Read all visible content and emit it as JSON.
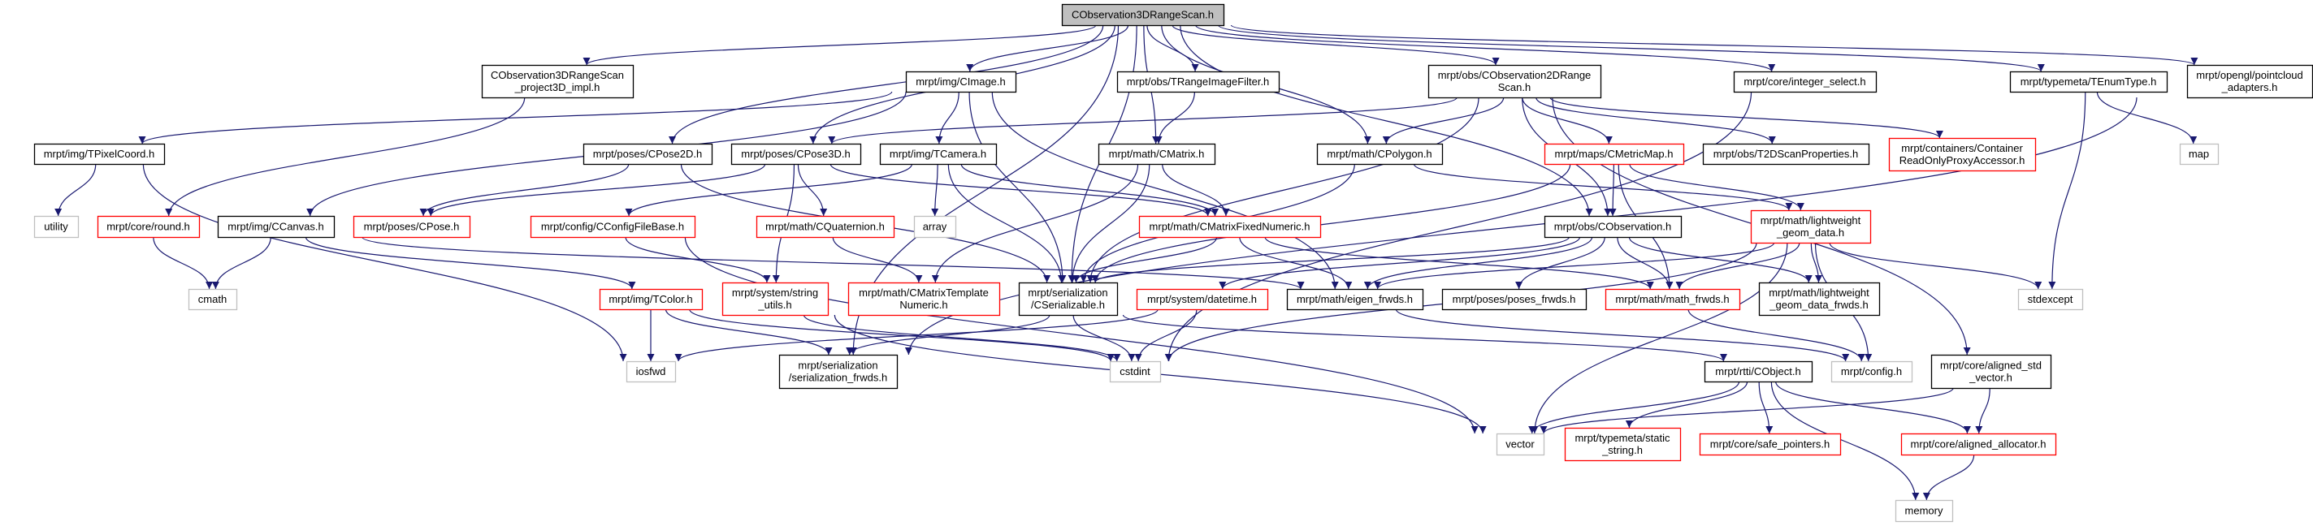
{
  "graph": {
    "colors": {
      "edge": "#191970",
      "normal_border": "#000000",
      "red_border": "#ff0000",
      "gray_border": "#bfbfbf",
      "main_fill": "#bfbfbf"
    },
    "nodes": [
      {
        "id": "main",
        "lines": [
          "CObservation3DRangeScan.h"
        ],
        "kind": "main"
      },
      {
        "id": "proj3d",
        "lines": [
          "CObservation3DRangeScan",
          "_project3D_impl.h"
        ],
        "kind": "normal"
      },
      {
        "id": "cimage",
        "lines": [
          "mrpt/img/CImage.h"
        ],
        "kind": "normal"
      },
      {
        "id": "trange",
        "lines": [
          "mrpt/obs/TRangeImageFilter.h"
        ],
        "kind": "normal"
      },
      {
        "id": "co2d",
        "lines": [
          "mrpt/obs/CObservation2DRange",
          "Scan.h"
        ],
        "kind": "normal"
      },
      {
        "id": "intsel",
        "lines": [
          "mrpt/core/integer_select.h"
        ],
        "kind": "normal"
      },
      {
        "id": "tenum",
        "lines": [
          "mrpt/typemeta/TEnumType.h"
        ],
        "kind": "normal"
      },
      {
        "id": "pcl",
        "lines": [
          "mrpt/opengl/pointcloud",
          "_adapters.h"
        ],
        "kind": "normal"
      },
      {
        "id": "tpixel",
        "lines": [
          "mrpt/img/TPixelCoord.h"
        ],
        "kind": "normal"
      },
      {
        "id": "cpose2d",
        "lines": [
          "mrpt/poses/CPose2D.h"
        ],
        "kind": "normal"
      },
      {
        "id": "cpose3d",
        "lines": [
          "mrpt/poses/CPose3D.h"
        ],
        "kind": "normal"
      },
      {
        "id": "tcamera",
        "lines": [
          "mrpt/img/TCamera.h"
        ],
        "kind": "normal"
      },
      {
        "id": "cmatrix",
        "lines": [
          "mrpt/math/CMatrix.h"
        ],
        "kind": "normal"
      },
      {
        "id": "cpolygon",
        "lines": [
          "mrpt/math/CPolygon.h"
        ],
        "kind": "normal"
      },
      {
        "id": "cmetricmap",
        "lines": [
          "mrpt/maps/CMetricMap.h"
        ],
        "kind": "red"
      },
      {
        "id": "t2dscan",
        "lines": [
          "mrpt/obs/T2DScanProperties.h"
        ],
        "kind": "normal"
      },
      {
        "id": "cropa",
        "lines": [
          "mrpt/containers/Container",
          "ReadOnlyProxyAccessor.h"
        ],
        "kind": "red"
      },
      {
        "id": "map",
        "lines": [
          "map"
        ],
        "kind": "gray"
      },
      {
        "id": "utility",
        "lines": [
          "utility"
        ],
        "kind": "gray"
      },
      {
        "id": "round",
        "lines": [
          "mrpt/core/round.h"
        ],
        "kind": "red"
      },
      {
        "id": "ccanvas",
        "lines": [
          "mrpt/img/CCanvas.h"
        ],
        "kind": "normal"
      },
      {
        "id": "cpose",
        "lines": [
          "mrpt/poses/CPose.h"
        ],
        "kind": "red"
      },
      {
        "id": "cconfig",
        "lines": [
          "mrpt/config/CConfigFileBase.h"
        ],
        "kind": "red"
      },
      {
        "id": "cquat",
        "lines": [
          "mrpt/math/CQuaternion.h"
        ],
        "kind": "red"
      },
      {
        "id": "array",
        "lines": [
          "array"
        ],
        "kind": "gray"
      },
      {
        "id": "cmfixed",
        "lines": [
          "mrpt/math/CMatrixFixedNumeric.h"
        ],
        "kind": "red"
      },
      {
        "id": "cobs",
        "lines": [
          "mrpt/obs/CObservation.h"
        ],
        "kind": "normal"
      },
      {
        "id": "lwgeom",
        "lines": [
          "mrpt/math/lightweight",
          "_geom_data.h"
        ],
        "kind": "red"
      },
      {
        "id": "cmath",
        "lines": [
          "cmath"
        ],
        "kind": "gray"
      },
      {
        "id": "tcolor",
        "lines": [
          "mrpt/img/TColor.h"
        ],
        "kind": "red"
      },
      {
        "id": "strutil",
        "lines": [
          "mrpt/system/string",
          "_utils.h"
        ],
        "kind": "red"
      },
      {
        "id": "cmtn",
        "lines": [
          "mrpt/math/CMatrixTemplate",
          "Numeric.h"
        ],
        "kind": "red"
      },
      {
        "id": "cser",
        "lines": [
          "mrpt/serialization",
          "/CSerializable.h"
        ],
        "kind": "normal"
      },
      {
        "id": "datetime",
        "lines": [
          "mrpt/system/datetime.h"
        ],
        "kind": "red"
      },
      {
        "id": "eigen",
        "lines": [
          "mrpt/math/eigen_frwds.h"
        ],
        "kind": "normal"
      },
      {
        "id": "posesfw",
        "lines": [
          "mrpt/poses/poses_frwds.h"
        ],
        "kind": "normal"
      },
      {
        "id": "mathfw",
        "lines": [
          "mrpt/math/math_frwds.h"
        ],
        "kind": "red"
      },
      {
        "id": "lwfrwds",
        "lines": [
          "mrpt/math/lightweight",
          "_geom_data_frwds.h"
        ],
        "kind": "normal"
      },
      {
        "id": "stdexcept",
        "lines": [
          "stdexcept"
        ],
        "kind": "gray"
      },
      {
        "id": "iosfwd",
        "lines": [
          "iosfwd"
        ],
        "kind": "gray"
      },
      {
        "id": "serfrwds",
        "lines": [
          "mrpt/serialization",
          "/serialization_frwds.h"
        ],
        "kind": "normal"
      },
      {
        "id": "cstdint",
        "lines": [
          "cstdint"
        ],
        "kind": "gray"
      },
      {
        "id": "cobject",
        "lines": [
          "mrpt/rtti/CObject.h"
        ],
        "kind": "normal"
      },
      {
        "id": "config",
        "lines": [
          "mrpt/config.h"
        ],
        "kind": "gray"
      },
      {
        "id": "alstdvec",
        "lines": [
          "mrpt/core/aligned_std",
          "_vector.h"
        ],
        "kind": "normal"
      },
      {
        "id": "vector",
        "lines": [
          "vector"
        ],
        "kind": "gray"
      },
      {
        "id": "static",
        "lines": [
          "mrpt/typemeta/static",
          "_string.h"
        ],
        "kind": "red"
      },
      {
        "id": "safeptr",
        "lines": [
          "mrpt/core/safe_pointers.h"
        ],
        "kind": "red"
      },
      {
        "id": "alalloc",
        "lines": [
          "mrpt/core/aligned_allocator.h"
        ],
        "kind": "red"
      },
      {
        "id": "memory",
        "lines": [
          "memory"
        ],
        "kind": "gray"
      }
    ],
    "edges": [
      [
        "main",
        "proj3d"
      ],
      [
        "main",
        "cimage"
      ],
      [
        "main",
        "trange"
      ],
      [
        "main",
        "co2d"
      ],
      [
        "main",
        "intsel"
      ],
      [
        "main",
        "tenum"
      ],
      [
        "main",
        "pcl"
      ],
      [
        "main",
        "cpose2d"
      ],
      [
        "main",
        "cpose3d"
      ],
      [
        "main",
        "cmatrix"
      ],
      [
        "main",
        "cpolygon"
      ],
      [
        "main",
        "cser"
      ],
      [
        "main",
        "cobs"
      ],
      [
        "main",
        "serfrwds"
      ],
      [
        "proj3d",
        "round"
      ],
      [
        "cimage",
        "tpixel"
      ],
      [
        "cimage",
        "ccanvas"
      ],
      [
        "cimage",
        "tcamera"
      ],
      [
        "cimage",
        "cser"
      ],
      [
        "cimage",
        "eigen"
      ],
      [
        "trange",
        "cmatrix"
      ],
      [
        "co2d",
        "cpose3d"
      ],
      [
        "co2d",
        "cpolygon"
      ],
      [
        "co2d",
        "cobs"
      ],
      [
        "co2d",
        "cmetricmap"
      ],
      [
        "co2d",
        "t2dscan"
      ],
      [
        "co2d",
        "cropa"
      ],
      [
        "co2d",
        "cser"
      ],
      [
        "co2d",
        "alstdvec"
      ],
      [
        "intsel",
        "cstdint"
      ],
      [
        "tenum",
        "map"
      ],
      [
        "tenum",
        "stdexcept"
      ],
      [
        "pcl",
        "serfrwds"
      ],
      [
        "tpixel",
        "utility"
      ],
      [
        "tpixel",
        "iosfwd"
      ],
      [
        "cpose2d",
        "cpose"
      ],
      [
        "cpose2d",
        "cser"
      ],
      [
        "cpose3d",
        "cpose"
      ],
      [
        "cpose3d",
        "cquat"
      ],
      [
        "cpose3d",
        "cmfixed"
      ],
      [
        "cpose3d",
        "strutil"
      ],
      [
        "tcamera",
        "array"
      ],
      [
        "tcamera",
        "cconfig"
      ],
      [
        "tcamera",
        "cser"
      ],
      [
        "tcamera",
        "cmfixed"
      ],
      [
        "cmatrix",
        "cmfixed"
      ],
      [
        "cmatrix",
        "cmtn"
      ],
      [
        "cmatrix",
        "cser"
      ],
      [
        "cpolygon",
        "cser"
      ],
      [
        "cpolygon",
        "lwgeom"
      ],
      [
        "cmetricmap",
        "cobs"
      ],
      [
        "cmetricmap",
        "cser"
      ],
      [
        "cmetricmap",
        "lwgeom"
      ],
      [
        "cmetricmap",
        "mathfw"
      ],
      [
        "round",
        "cmath"
      ],
      [
        "ccanvas",
        "cmath"
      ],
      [
        "ccanvas",
        "tcolor"
      ],
      [
        "ccanvas",
        "eigen"
      ],
      [
        "cconfig",
        "strutil"
      ],
      [
        "cconfig",
        "vector"
      ],
      [
        "cquat",
        "cmtn"
      ],
      [
        "cmfixed",
        "cser"
      ],
      [
        "cmfixed",
        "eigen"
      ],
      [
        "cmfixed",
        "mathfw"
      ],
      [
        "cobs",
        "cser"
      ],
      [
        "cobs",
        "datetime"
      ],
      [
        "cobs",
        "eigen"
      ],
      [
        "cobs",
        "posesfw"
      ],
      [
        "cobs",
        "mathfw"
      ],
      [
        "cobs",
        "lwfrwds"
      ],
      [
        "lwgeom",
        "eigen"
      ],
      [
        "lwgeom",
        "mathfw"
      ],
      [
        "lwgeom",
        "lwfrwds"
      ],
      [
        "lwgeom",
        "stdexcept"
      ],
      [
        "lwgeom",
        "config"
      ],
      [
        "lwgeom",
        "vector"
      ],
      [
        "lwgeom",
        "cstdint"
      ],
      [
        "tcolor",
        "iosfwd"
      ],
      [
        "tcolor",
        "serfrwds"
      ],
      [
        "tcolor",
        "cstdint"
      ],
      [
        "strutil",
        "cstdint"
      ],
      [
        "strutil",
        "vector"
      ],
      [
        "cser",
        "serfrwds"
      ],
      [
        "cser",
        "cstdint"
      ],
      [
        "cser",
        "cobject"
      ],
      [
        "datetime",
        "cstdint"
      ],
      [
        "datetime",
        "iosfwd"
      ],
      [
        "eigen",
        "config"
      ],
      [
        "mathfw",
        "config"
      ],
      [
        "cobject",
        "vector"
      ],
      [
        "cobject",
        "static"
      ],
      [
        "cobject",
        "safeptr"
      ],
      [
        "cobject",
        "alalloc"
      ],
      [
        "cobject",
        "memory"
      ],
      [
        "alstdvec",
        "alalloc"
      ],
      [
        "alstdvec",
        "vector"
      ],
      [
        "alalloc",
        "memory"
      ]
    ]
  }
}
